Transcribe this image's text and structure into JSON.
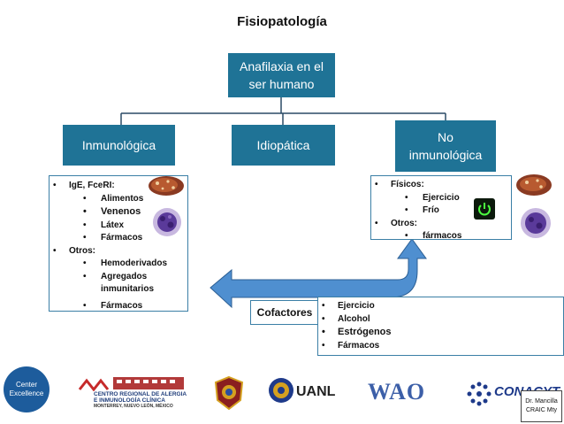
{
  "title": "Fisiopatología",
  "root": "Anafilaxia en el ser humano",
  "categories": {
    "immunologic": "Inmunológica",
    "idiopathic": "Idiopática",
    "non_immunologic": "No inmunológica"
  },
  "immunologic_items": {
    "group1": "IgE, FceRI:",
    "group1_items": [
      "Alimentos",
      "Venenos",
      "Látex",
      "Fármacos"
    ],
    "group2": "Otros:",
    "group2_items": [
      "Hemoderivados",
      "Agregados inmunitarios",
      "Fármacos"
    ]
  },
  "non_immunologic_items": {
    "group1": "Físicos:",
    "group1_items": [
      "Ejercicio",
      "Frío"
    ],
    "group2": "Otros:",
    "group2_items": [
      "fármacos"
    ]
  },
  "cofactors": {
    "label": "Cofactores",
    "items": [
      "Ejercicio",
      "Alcohol",
      "Estrógenos",
      "Fármacos"
    ]
  },
  "logos": {
    "wao_center_line1": "Center",
    "wao_center_line2": "Excellence",
    "centro_line1": "CENTRO REGIONAL DE ALERGIA",
    "centro_line2": "E INMUNOLOGÍA CLÍNICA",
    "centro_line3": "MONTERREY, NUEVO LEÓN, MÉXICO",
    "uanl": "UANL",
    "wao": "WAO",
    "conacyt": "CONACYT"
  },
  "author_note": {
    "line1": "Dr. Mancilla",
    "line2": "CRAIC Mty"
  },
  "colors": {
    "box": "#1f7396",
    "border": "#3b7fa6",
    "arrow": "#4f8fd0"
  }
}
